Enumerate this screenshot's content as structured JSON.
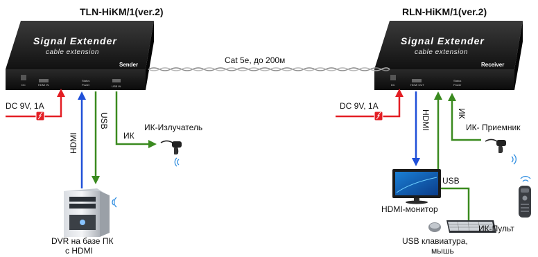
{
  "sender": {
    "title": "TLN-HiKM/1(ver.2)",
    "brand": "Signal Extender",
    "subtitle": "cable extension",
    "role": "Sender",
    "ports": {
      "dc": "DC",
      "hdmi": "HDMI IN",
      "status": "Status",
      "power": "Power",
      "usb": "USB IN"
    }
  },
  "receiver": {
    "title": "RLN-HiKM/1(ver.2)",
    "brand": "Signal Extender",
    "subtitle": "cable extension",
    "role": "Receiver",
    "ports": {
      "dc": "DC",
      "hdmi": "HDMI OUT",
      "status": "Status",
      "power": "Power"
    }
  },
  "cable_label": "Cat 5e, до 200м",
  "left": {
    "power": "DC 9V, 1A",
    "hdmi": "HDMI",
    "usb": "USB",
    "ir": "ИК",
    "ir_device": "ИК-Излучатель",
    "pc_line1": "DVR на базе ПК",
    "pc_line2": "с HDMI"
  },
  "right": {
    "power": "DC 9V, 1A",
    "hdmi": "HDMI",
    "ir": "ИК",
    "ir_device": "ИК- Приемник",
    "usb": "USB",
    "monitor": "HDMI-монитор",
    "remote": "ИК-Пульт",
    "kbd_line1": "USB клавиатура,",
    "kbd_line2": "мышь"
  },
  "colors": {
    "power": "#e31e24",
    "hdmi": "#1f4fd8",
    "usb": "#3a8a1f",
    "device": "#1b1b1b",
    "brand": "#ffffff"
  },
  "icons": [
    "power-arrow-icon",
    "fuse-icon",
    "ir-emitter-icon",
    "ir-receiver-icon",
    "wireless-icon",
    "pc-tower-icon",
    "monitor-icon",
    "keyboard-icon",
    "mouse-icon",
    "remote-icon"
  ]
}
